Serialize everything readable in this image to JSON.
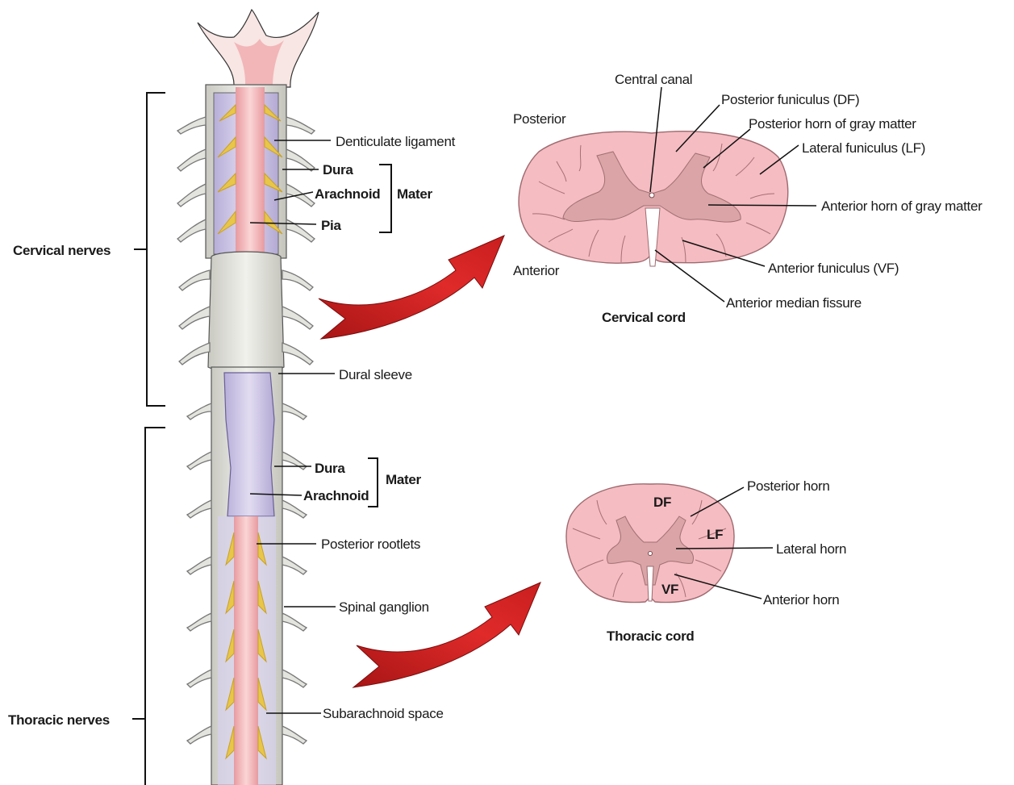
{
  "labels": {
    "page_number": "",
    "cervical_nerves": "Cervical nerves",
    "thoracic_nerves": "Thoracic nerves",
    "denticulate_ligament": "Denticulate ligament",
    "dura_upper": "Dura",
    "arachnoid_upper": "Arachnoid",
    "pia": "Pia",
    "mater_upper": "Mater",
    "dural_sleeve": "Dural sleeve",
    "dura_lower": "Dura",
    "arachnoid_lower": "Arachnoid",
    "mater_lower": "Mater",
    "posterior_rootlets": "Posterior rootlets",
    "spinal_ganglion": "Spinal ganglion",
    "subarachnoid_space": "Subarachnoid space",
    "central_canal": "Central canal",
    "posterior": "Posterior",
    "anterior": "Anterior",
    "posterior_funiculus": "Posterior funiculus (DF)",
    "posterior_horn_gray": "Posterior horn of gray matter",
    "lateral_funiculus": "Lateral funiculus (LF)",
    "anterior_horn_gray": "Anterior horn of gray matter",
    "anterior_funiculus": "Anterior funiculus (VF)",
    "anterior_median_fissure": "Anterior median fissure",
    "cervical_cord": "Cervical cord",
    "posterior_horn": "Posterior horn",
    "lateral_horn": "Lateral horn",
    "anterior_horn": "Anterior horn",
    "thoracic_cord": "Thoracic cord",
    "df": "DF",
    "lf": "LF",
    "vf": "VF"
  },
  "colors": {
    "cord_white_matter": "#f3b9bf",
    "gray_matter": "#d9a5a5",
    "dura": "#dcdcd6",
    "arachnoid": "#c4bce0",
    "nerve_rootlets": "#e8c64a",
    "arrow": "#cc1f1f"
  }
}
